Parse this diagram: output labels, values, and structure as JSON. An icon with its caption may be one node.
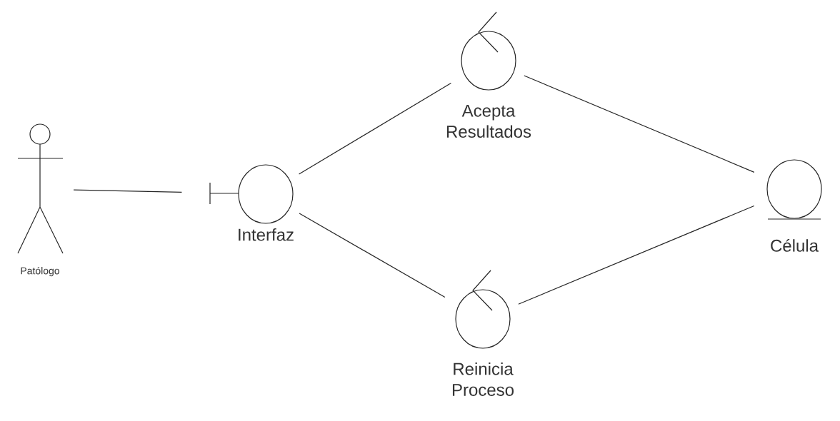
{
  "diagram": {
    "nodes": [
      {
        "text": [
          "Patólogo"
        ]
      },
      {
        "text": [
          "Interfaz"
        ]
      },
      {
        "text": [
          "Acepta Resultados"
        ]
      },
      {
        "text": [
          "Reinicia Proceso"
        ]
      },
      {
        "text": [
          "Célula"
        ]
      }
    ],
    "edges": [
      {
        "from": 0,
        "to": 1,
        "arrow": "none"
      },
      {
        "from": 1,
        "to": 2,
        "arrow": "none"
      },
      {
        "from": 1,
        "to": 3,
        "arrow": "none"
      },
      {
        "from": 2,
        "to": 4,
        "arrow": "none"
      },
      {
        "from": 3,
        "to": 4,
        "arrow": "none"
      }
    ]
  }
}
